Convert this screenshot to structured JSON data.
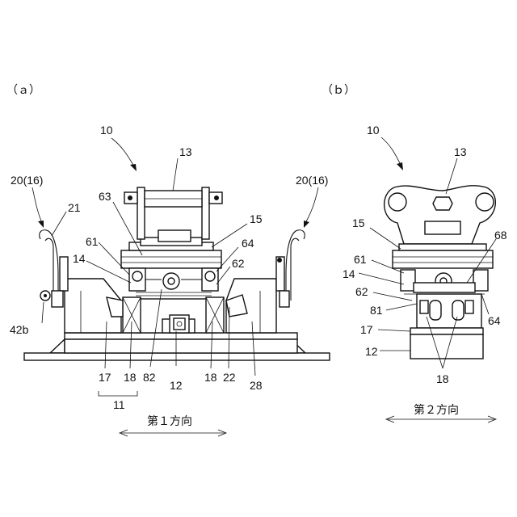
{
  "colors": {
    "ink": "#111111",
    "paper": "#ffffff"
  },
  "panels": {
    "a": {
      "label": "（ａ）",
      "direction": "第１方向",
      "refs": {
        "r10": "10",
        "r13": "13",
        "r20": "20(16)",
        "r20b": "20(16)",
        "r21": "21",
        "r63": "63",
        "r15": "15",
        "r64": "64",
        "r61": "61",
        "r14": "14",
        "r62": "62",
        "r42b": "42b",
        "r17": "17",
        "r18": "18",
        "r82": "82",
        "r12": "12",
        "r18b": "18",
        "r22": "22",
        "r28": "28",
        "r11": "11"
      }
    },
    "b": {
      "label": "（ｂ）",
      "direction": "第２方向",
      "refs": {
        "r10": "10",
        "r13": "13",
        "r15": "15",
        "r68": "68",
        "r61": "61",
        "r14": "14",
        "r62": "62",
        "r81": "81",
        "r17": "17",
        "r12": "12",
        "r18": "18",
        "r64": "64"
      }
    }
  }
}
